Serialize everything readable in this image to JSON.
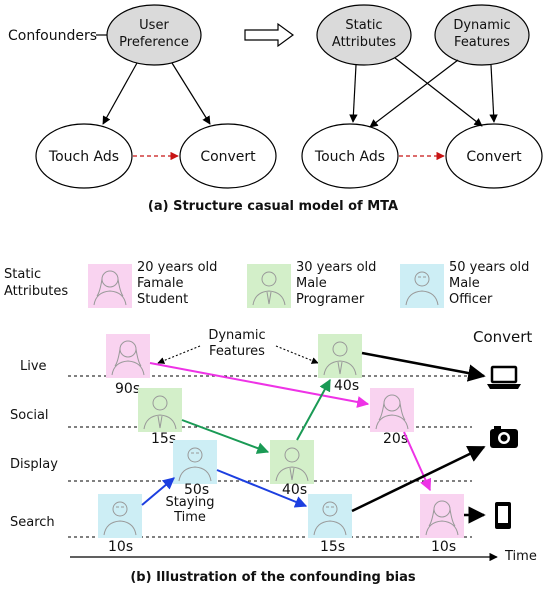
{
  "part_a": {
    "confounders_label": "Confounders",
    "user_preference": [
      "User",
      "Preference"
    ],
    "static_attributes": [
      "Static",
      "Attributes"
    ],
    "dynamic_features": [
      "Dynamic",
      "Features"
    ],
    "touch_ads": "Touch Ads",
    "convert": "Convert",
    "caption": "(a) Structure casual model of MTA"
  },
  "part_b": {
    "static_attributes_label": [
      "Static",
      "Attributes"
    ],
    "personas": [
      {
        "lines": [
          "20 years old",
          "Famale",
          "Student"
        ],
        "color": "#f9d3f0"
      },
      {
        "lines": [
          "30 years old",
          "Male",
          "Programer"
        ],
        "color": "#d3efc9"
      },
      {
        "lines": [
          "50 years old",
          "Male",
          "Officer"
        ],
        "color": "#cdeef5"
      }
    ],
    "dynamic_features_label": [
      "Dynamic",
      "Features"
    ],
    "convert_label": "Convert",
    "channels": [
      "Live",
      "Social",
      "Display",
      "Search"
    ],
    "staying_time_label": [
      "Staying",
      "Time"
    ],
    "time_label": "Time",
    "durations": {
      "live_female": "90s",
      "live_male": "40s",
      "social_male": "15s",
      "social_female": "20s",
      "display_officer": "50s",
      "display_male": "40s",
      "search_officer_1": "10s",
      "search_officer_2": "15s",
      "search_female": "10s"
    },
    "path_colors": {
      "female": "#ee33e6",
      "male": "#1a9a55",
      "officer": "#1c3fe0",
      "convert": "#000000"
    },
    "device_icons": [
      "laptop-icon",
      "camera-icon",
      "phone-icon"
    ],
    "caption": "(b) Illustration of the confounding bias"
  }
}
